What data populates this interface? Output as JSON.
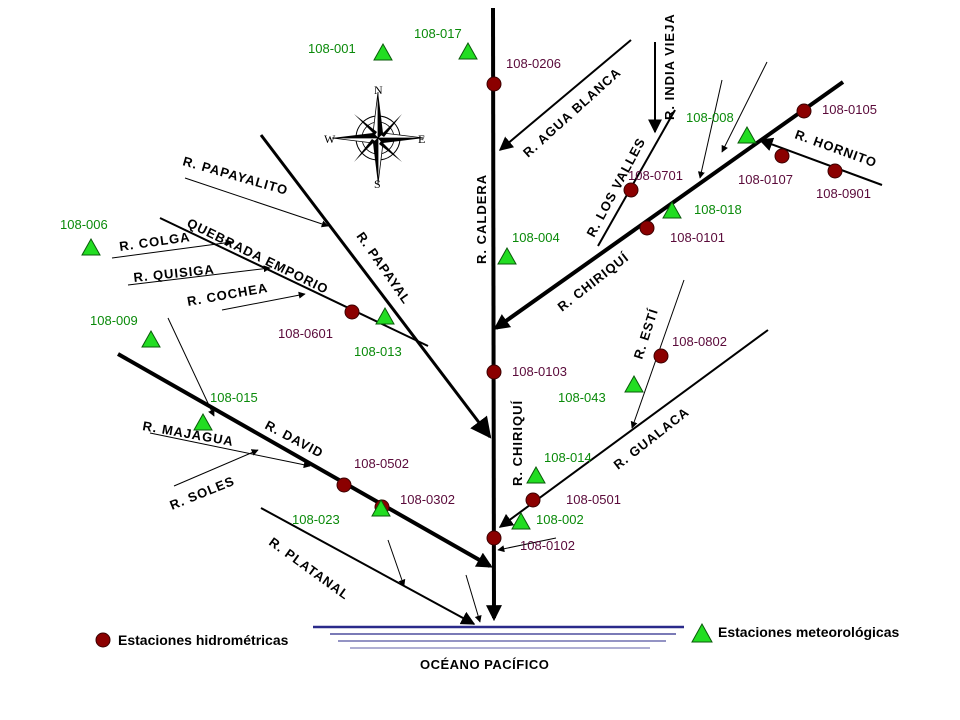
{
  "colors": {
    "hydro_station": "#8b0000",
    "met_station": "#22dd22",
    "river": "#000000",
    "ocean_line": "#2a2a8a"
  },
  "compass": {
    "icon": "compass-rose-icon",
    "n": "N",
    "s": "S",
    "e": "E",
    "w": "W"
  },
  "rivers": {
    "caldera": "R. CALDERA",
    "chiriqui_main": "R. CHIRIQUÍ",
    "chiriqui_trib": "R. CHIRIQUÍ",
    "agua_blanca": "R. AGUA BLANCA",
    "india_vieja": "R. INDIA VIEJA",
    "los_valles": "R. LOS VALLES",
    "hornito": "R. HORNITO",
    "papayalito": "R. PAPAYALITO",
    "papayal": "R. PAPAYAL",
    "quebrada_emporio": "QUEBRADA EMPORIO",
    "colga": "R. COLGA",
    "quisiga": "R. QUISIGA",
    "cochea": "R. COCHEA",
    "majagua": "R. MAJAGUA",
    "david": "R. DAVID",
    "soles": "R. SOLES",
    "platanal": "R. PLATANAL",
    "esti": "R. ESTÍ",
    "gualaca": "R. GUALACA"
  },
  "hydro_stations": {
    "s0206": "108-0206",
    "s0105": "108-0105",
    "s0107": "108-0107",
    "s0901": "108-0901",
    "s0701": "108-0701",
    "s0101": "108-0101",
    "s0601": "108-0601",
    "s0103": "108-0103",
    "s0802": "108-0802",
    "s0502": "108-0502",
    "s0302": "108-0302",
    "s0501": "108-0501",
    "s0102": "108-0102"
  },
  "met_stations": {
    "s001": "108-001",
    "s017": "108-017",
    "s008": "108-008",
    "s018": "108-018",
    "s004": "108-004",
    "s006": "108-006",
    "s013": "108-013",
    "s009": "108-009",
    "s015": "108-015",
    "s043": "108-043",
    "s014": "108-014",
    "s023": "108-023",
    "s002": "108-002"
  },
  "ocean": "OCÉANO PACÍFICO",
  "legend": {
    "hydro": "Estaciones hidrométricas",
    "met": "Estaciones meteorológicas"
  }
}
